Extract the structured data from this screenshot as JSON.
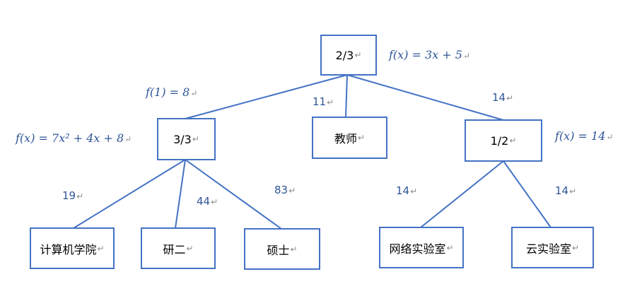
{
  "nodes": {
    "root": "2/3",
    "mid_left": "3/3",
    "mid_center": "教师",
    "mid_right": "1/2",
    "leaf1": "计算机学院",
    "leaf2": "研二",
    "leaf3": "硕士",
    "leaf4": "网络实验室",
    "leaf5": "云实验室"
  },
  "edge_labels": {
    "root_to_mid_center": "11",
    "root_to_mid_right": "14",
    "left_to_leaf1": "19",
    "left_to_leaf2": "44",
    "left_to_leaf3": "83",
    "right_to_leaf4": "14",
    "right_to_leaf5": "14"
  },
  "formulas": {
    "root_fn": "f(x) = 3x + 5",
    "root_to_left_fn": "f(1) = 8",
    "mid_left_fn": "f(x) = 7x² + 4x + 8",
    "mid_right_fn": "f(x) = 14"
  },
  "return_mark": "↵",
  "colors": {
    "line": "#4472c4",
    "label": "#2f5597"
  }
}
